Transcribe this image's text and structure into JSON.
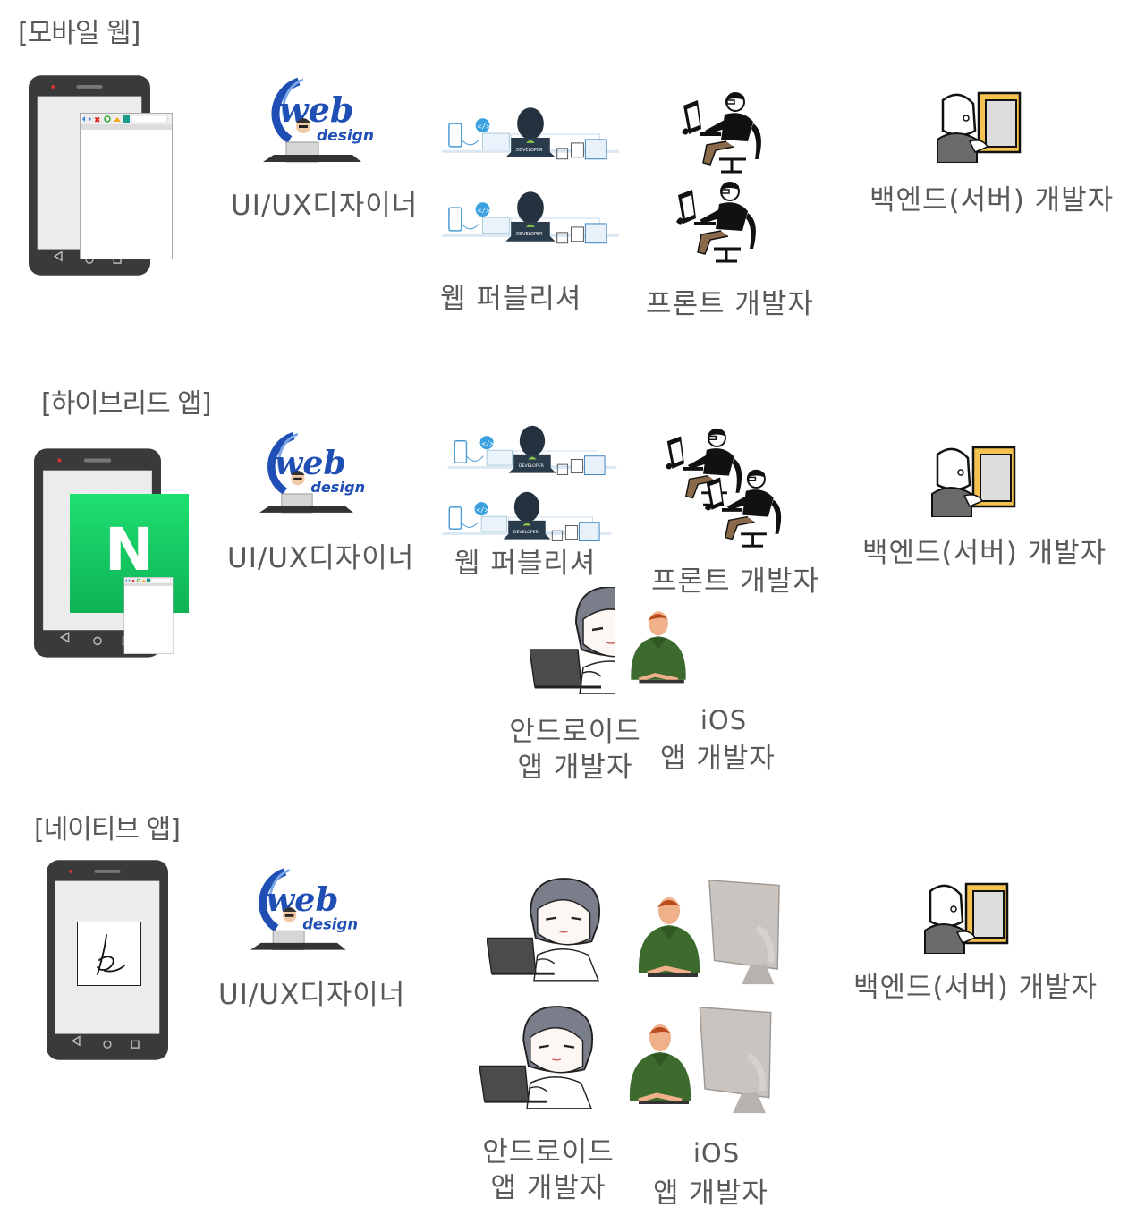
{
  "sections": {
    "mobile_web": {
      "title": "[모바일  웹]",
      "designer": "UI/UX디자이너",
      "publisher": "웹 퍼블리셔",
      "frontend": "프론트 개발자",
      "backend": "백엔드(서버) 개발자"
    },
    "hybrid_app": {
      "title": "[하이브리드 앱]",
      "designer": "UI/UX디자이너",
      "publisher": "웹 퍼블리셔",
      "frontend": "프론트 개발자",
      "backend": "백엔드(서버) 개발자",
      "android_line1": "안드로이드",
      "android_line2": "앱  개발자",
      "ios_line1": "iOS",
      "ios_line2": "앱  개발자",
      "app_logo_letter": "N"
    },
    "native_app": {
      "title": "[네이티브 앱]",
      "designer": "UI/UX디자이너",
      "backend": "백엔드(서버) 개발자",
      "android_line1": "안드로이드",
      "android_line2": "앱  개발자",
      "ios_line1": "iOS",
      "ios_line2": "앱  개발자"
    }
  },
  "logo": {
    "word1": "web",
    "word2": "design"
  },
  "dev_banner_text": "DEVELOPER",
  "colors": {
    "phone_body": "#3a3a3a",
    "phone_screen": "#eeeeee",
    "naver_green": "#19ce60",
    "logo_blue": "#1f4fb5",
    "text_gray": "#595959"
  }
}
